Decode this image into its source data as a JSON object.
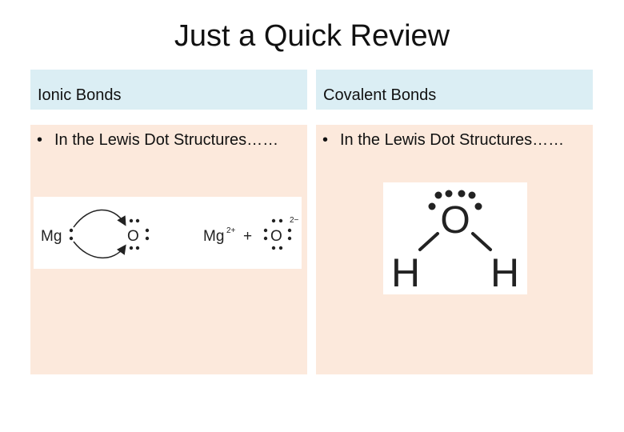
{
  "slide": {
    "title": "Just a Quick Review"
  },
  "columns": [
    {
      "header": "Ionic Bonds",
      "bullet": "In the Lewis Dot Structures……"
    },
    {
      "header": "Covalent Bonds",
      "bullet": "In the Lewis Dot Structures……"
    }
  ],
  "ionic_diagram": {
    "metal": "Mg",
    "nonmetal": "O",
    "cation": "Mg",
    "cation_charge": "2+",
    "plus": "+",
    "anion": "O",
    "anion_charge": "2−"
  },
  "covalent_diagram": {
    "center_atom": "O",
    "left_atom": "H",
    "right_atom": "H"
  }
}
